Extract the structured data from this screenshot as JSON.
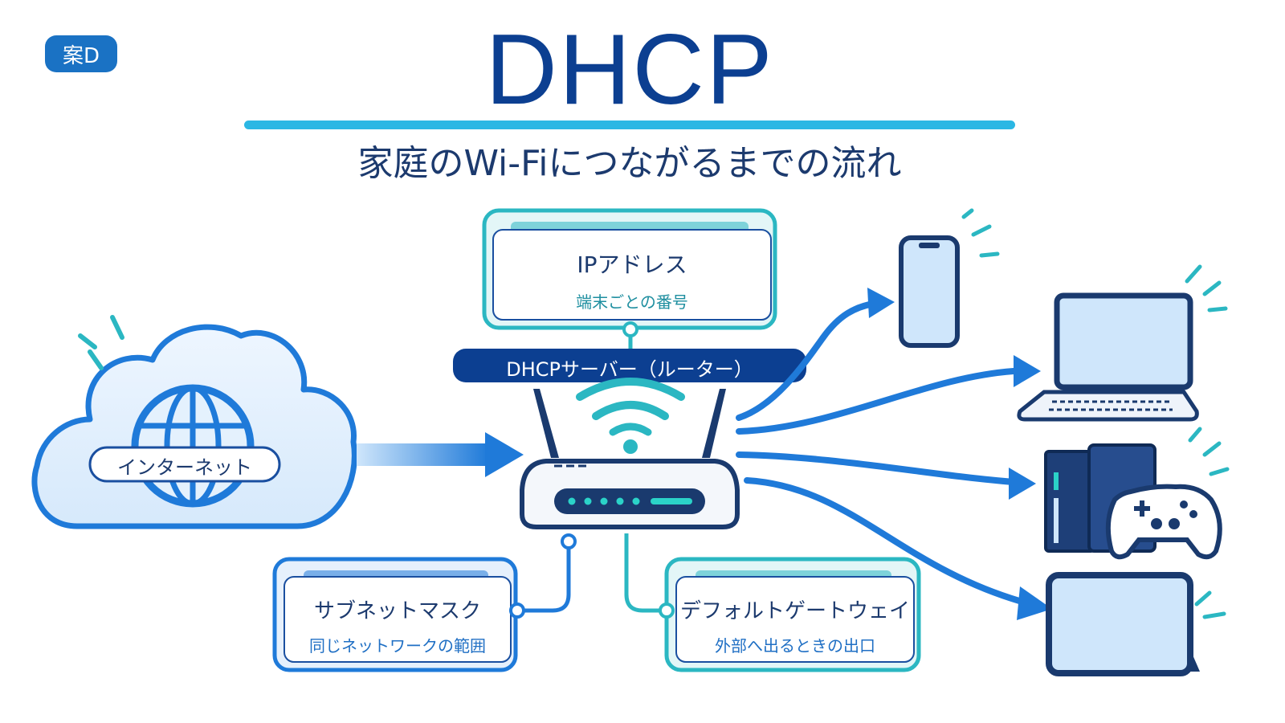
{
  "badge": "案D",
  "title": "DHCP",
  "subtitle": "家庭のWi-Fiにつながるまでの流れ",
  "internet_label": "インターネット",
  "server_label": "DHCPサーバー（ルーター）",
  "ip_box": {
    "title": "IPアドレス",
    "sub": "端末ごとの番号"
  },
  "subnet_box": {
    "title": "サブネットマスク",
    "sub": "同じネットワークの範囲"
  },
  "gateway_box": {
    "title": "デフォルトゲートウェイ",
    "sub": "外部へ出るときの出口"
  },
  "devices": [
    {
      "icon": "smartphone-icon"
    },
    {
      "icon": "laptop-icon"
    },
    {
      "icon": "game-console-icon"
    },
    {
      "icon": "tablet-icon"
    }
  ],
  "colors": {
    "navy": "#0c3f91",
    "blue": "#1f7ad9",
    "teal": "#2bb7c2",
    "light_blue": "#cfe6fb"
  }
}
